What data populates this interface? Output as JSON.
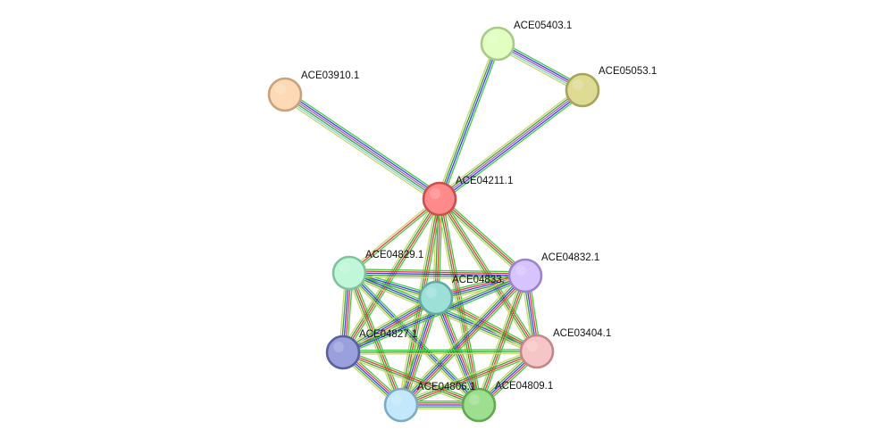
{
  "network": {
    "nodes": [
      {
        "id": "ACE05403",
        "label": "ACE05403.1",
        "fill": "#e2ffc1",
        "stroke": "#a9c98a"
      },
      {
        "id": "ACE05053",
        "label": "ACE05053.1",
        "fill": "#dddb94",
        "stroke": "#a6a35a"
      },
      {
        "id": "ACE03910",
        "label": "ACE03910.1",
        "fill": "#fdd9b5",
        "stroke": "#c8a27d"
      },
      {
        "id": "ACE04211",
        "label": "ACE04211.1",
        "fill": "#ff8a8a",
        "stroke": "#cc4f4f"
      },
      {
        "id": "ACE04829",
        "label": "ACE04829.1",
        "fill": "#bff7d8",
        "stroke": "#7fc39d"
      },
      {
        "id": "ACE04833",
        "label": "ACE04833.",
        "fill": "#9de0d8",
        "stroke": "#62aaa2"
      },
      {
        "id": "ACE04832",
        "label": "ACE04832.1",
        "fill": "#d7c4ff",
        "stroke": "#9b83cf"
      },
      {
        "id": "ACE04827",
        "label": "ACE04827.1",
        "fill": "#99a0dc",
        "stroke": "#5a619f"
      },
      {
        "id": "ACE03404",
        "label": "ACE03404.1",
        "fill": "#f6c6c6",
        "stroke": "#c48686"
      },
      {
        "id": "ACE04806",
        "label": "ACE04806.1",
        "fill": "#c3e8fb",
        "stroke": "#7eaac3"
      },
      {
        "id": "ACE04809",
        "label": "ACE04809.1",
        "fill": "#9edf8f",
        "stroke": "#5fa951"
      }
    ],
    "edges": [
      {
        "source": "ACE05403",
        "target": "ACE05053",
        "colors": [
          "#3ecb3e",
          "#3c3cf0",
          "#b25ab2",
          "#76d5d5",
          "#c9d46a"
        ]
      },
      {
        "source": "ACE05403",
        "target": "ACE04211",
        "colors": [
          "#3ecb3e",
          "#3c3cf0",
          "#3e9d3e",
          "#c9d46a"
        ]
      },
      {
        "source": "ACE05053",
        "target": "ACE04211",
        "colors": [
          "#3ecb3e",
          "#3c3cf0",
          "#b25ab2",
          "#3e9d3e",
          "#c9d46a"
        ]
      },
      {
        "source": "ACE03910",
        "target": "ACE04211",
        "colors": [
          "#3ecb3e",
          "#3c3cf0",
          "#b25ab2",
          "#3e9d3e",
          "#76d5d5",
          "#c9d46a"
        ]
      },
      {
        "source": "ACE04211",
        "target": "ACE04829",
        "colors": [
          "#3ecb3e",
          "#e83838",
          "#c9d46a"
        ]
      },
      {
        "source": "ACE04211",
        "target": "ACE04833",
        "colors": [
          "#3ecb3e",
          "#e83838",
          "#3e9d3e",
          "#c9d46a"
        ]
      },
      {
        "source": "ACE04211",
        "target": "ACE04832",
        "colors": [
          "#3ecb3e",
          "#e83838",
          "#3e9d3e",
          "#c9d46a"
        ]
      },
      {
        "source": "ACE04211",
        "target": "ACE04827",
        "colors": [
          "#3ecb3e",
          "#e83838",
          "#3e9d3e",
          "#c9d46a"
        ]
      },
      {
        "source": "ACE04211",
        "target": "ACE03404",
        "colors": [
          "#3ecb3e",
          "#e83838",
          "#3e9d3e",
          "#c9d46a"
        ]
      },
      {
        "source": "ACE04211",
        "target": "ACE04806",
        "colors": [
          "#3ecb3e",
          "#e83838",
          "#3e9d3e",
          "#c9d46a"
        ]
      },
      {
        "source": "ACE04211",
        "target": "ACE04809",
        "colors": [
          "#3ecb3e",
          "#e83838",
          "#3e9d3e",
          "#c9d46a"
        ]
      },
      {
        "source": "ACE04829",
        "target": "ACE04833",
        "colors": [
          "#3ecb3e",
          "#3c3cf0",
          "#3e9d3e",
          "#c9d46a"
        ]
      },
      {
        "source": "ACE04829",
        "target": "ACE04832",
        "colors": [
          "#3ecb3e",
          "#e83838",
          "#3c3cf0",
          "#3e9d3e",
          "#c9d46a"
        ]
      },
      {
        "source": "ACE04829",
        "target": "ACE04827",
        "colors": [
          "#3ecb3e",
          "#e83838",
          "#3c3cf0",
          "#3e9d3e",
          "#c9d46a"
        ]
      },
      {
        "source": "ACE04829",
        "target": "ACE03404",
        "colors": [
          "#3ecb3e",
          "#3c3cf0",
          "#3e9d3e",
          "#c9d46a"
        ]
      },
      {
        "source": "ACE04829",
        "target": "ACE04806",
        "colors": [
          "#3ecb3e",
          "#e83838",
          "#3e9d3e",
          "#c9d46a"
        ]
      },
      {
        "source": "ACE04829",
        "target": "ACE04809",
        "colors": [
          "#3ecb3e",
          "#3c3cf0",
          "#3e9d3e",
          "#c9d46a"
        ]
      },
      {
        "source": "ACE04833",
        "target": "ACE04832",
        "colors": [
          "#3ecb3e",
          "#e83838",
          "#3c3cf0",
          "#3e9d3e",
          "#c9d46a"
        ]
      },
      {
        "source": "ACE04833",
        "target": "ACE04827",
        "colors": [
          "#3ecb3e",
          "#e83838",
          "#3c3cf0",
          "#3e9d3e",
          "#c9d46a"
        ]
      },
      {
        "source": "ACE04833",
        "target": "ACE03404",
        "colors": [
          "#3ecb3e",
          "#e83838",
          "#3e9d3e",
          "#c9d46a"
        ]
      },
      {
        "source": "ACE04833",
        "target": "ACE04806",
        "colors": [
          "#3ecb3e",
          "#e83838",
          "#3c3cf0",
          "#3e9d3e",
          "#c9d46a"
        ]
      },
      {
        "source": "ACE04833",
        "target": "ACE04809",
        "colors": [
          "#3ecb3e",
          "#e83838",
          "#3c3cf0",
          "#3e9d3e",
          "#c9d46a"
        ]
      },
      {
        "source": "ACE04832",
        "target": "ACE04827",
        "colors": [
          "#3ecb3e",
          "#3c3cf0",
          "#3e9d3e",
          "#c9d46a"
        ]
      },
      {
        "source": "ACE04832",
        "target": "ACE03404",
        "colors": [
          "#3ecb3e",
          "#e83838",
          "#3c3cf0",
          "#3e9d3e",
          "#c9d46a"
        ]
      },
      {
        "source": "ACE04832",
        "target": "ACE04806",
        "colors": [
          "#3ecb3e",
          "#e83838",
          "#3c3cf0",
          "#3e9d3e",
          "#c9d46a"
        ]
      },
      {
        "source": "ACE04832",
        "target": "ACE04809",
        "colors": [
          "#3ecb3e",
          "#e83838",
          "#3e9d3e",
          "#c9d46a"
        ]
      },
      {
        "source": "ACE04827",
        "target": "ACE03404",
        "colors": [
          "#3ecb3e",
          "#3e9d3e",
          "#c9d46a"
        ]
      },
      {
        "source": "ACE04827",
        "target": "ACE04806",
        "colors": [
          "#3ecb3e",
          "#e83838",
          "#3c3cf0",
          "#3e9d3e",
          "#c9d46a"
        ]
      },
      {
        "source": "ACE04827",
        "target": "ACE04809",
        "colors": [
          "#3ecb3e",
          "#e83838",
          "#3e9d3e",
          "#c9d46a"
        ]
      },
      {
        "source": "ACE03404",
        "target": "ACE04806",
        "colors": [
          "#3ecb3e",
          "#e83838",
          "#3e9d3e",
          "#c9d46a"
        ]
      },
      {
        "source": "ACE03404",
        "target": "ACE04809",
        "colors": [
          "#3ecb3e",
          "#e83838",
          "#3c3cf0",
          "#3e9d3e",
          "#c9d46a"
        ]
      },
      {
        "source": "ACE04806",
        "target": "ACE04809",
        "colors": [
          "#3ecb3e",
          "#e83838",
          "#3c3cf0",
          "#3e9d3e",
          "#c9d46a"
        ]
      }
    ]
  }
}
